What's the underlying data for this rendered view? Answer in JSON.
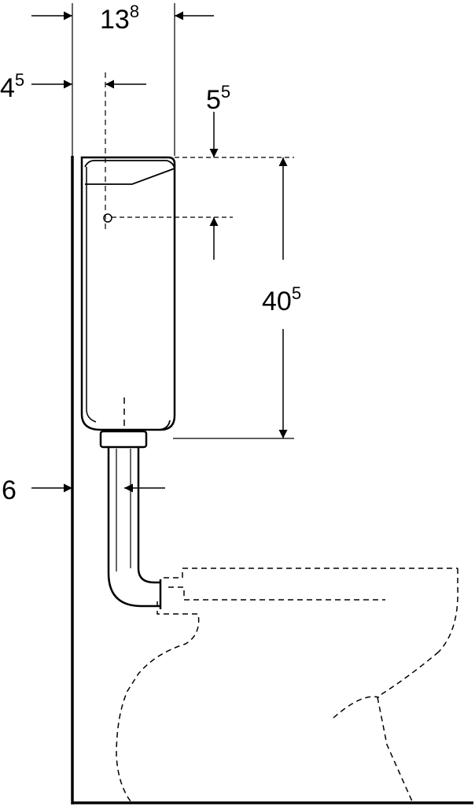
{
  "dimensions": {
    "tank_width": {
      "base": "13",
      "sup": "8"
    },
    "wall_to_centre": {
      "base": "4",
      "sup": "5"
    },
    "top_to_centre": {
      "base": "5",
      "sup": "5"
    },
    "tank_height": {
      "base": "40",
      "sup": "5"
    },
    "pipe_offset": {
      "base": "6",
      "sup": ""
    }
  },
  "colors": {
    "line": "#000000",
    "background": "#ffffff"
  }
}
